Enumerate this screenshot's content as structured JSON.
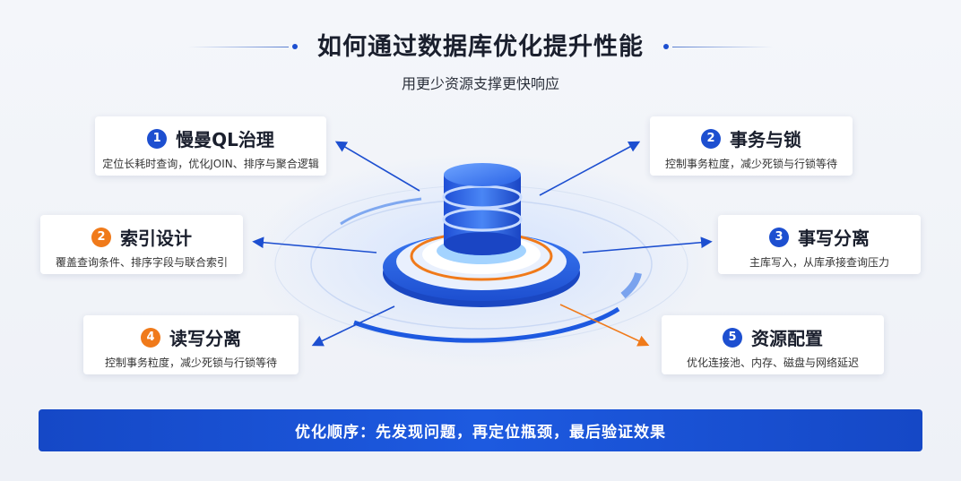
{
  "header": {
    "title": "如何通过数据库优化提升性能",
    "subtitle": "用更少资源支撑更快响应"
  },
  "cards": [
    {
      "num": "1",
      "name": "慢曼QL治理",
      "desc": "定位长耗时查询，优化JOIN、排序与聚合逻辑",
      "color": "#1d4fd0"
    },
    {
      "num": "2",
      "name": "事务与锁",
      "desc": "控制事务粒度，减少死锁与行锁等待",
      "color": "#1d4fd0"
    },
    {
      "num": "2",
      "name": "索引设计",
      "desc": "覆盖查询条件、排序字段与联合索引",
      "color": "#f07a1a"
    },
    {
      "num": "3",
      "name": "事写分离",
      "desc": "主库写入，从库承接查询压力",
      "color": "#1d4fd0"
    },
    {
      "num": "4",
      "name": "读写分离",
      "desc": "控制事务粒度，减少死锁与行锁等待",
      "color": "#f07a1a"
    },
    {
      "num": "5",
      "name": "资源配置",
      "desc": "优化连接池、内存、磁盘与网络延迟",
      "color": "#1d4fd0"
    }
  ],
  "footer": {
    "text": "优化顺序：先发现问题，再定位瓶颈，最后验证效果"
  },
  "icons": {
    "center": "database-icon"
  },
  "colors": {
    "primary": "#1d4fd0",
    "accent": "#f07a1a"
  }
}
